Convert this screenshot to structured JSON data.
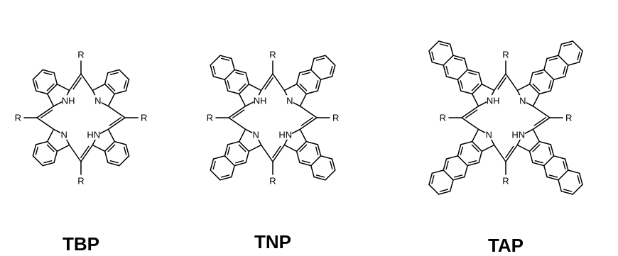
{
  "molecules": [
    {
      "name": "TBP",
      "fused_rings": 1,
      "labels": {
        "substituent": "R",
        "nh": "NH",
        "hn": "HN",
        "n": "N"
      }
    },
    {
      "name": "TNP",
      "fused_rings": 2,
      "labels": {
        "substituent": "R",
        "nh": "NH",
        "hn": "HN",
        "n": "N"
      }
    },
    {
      "name": "TAP",
      "fused_rings": 3,
      "labels": {
        "substituent": "R",
        "nh": "NH",
        "hn": "HN",
        "n": "N"
      }
    }
  ]
}
